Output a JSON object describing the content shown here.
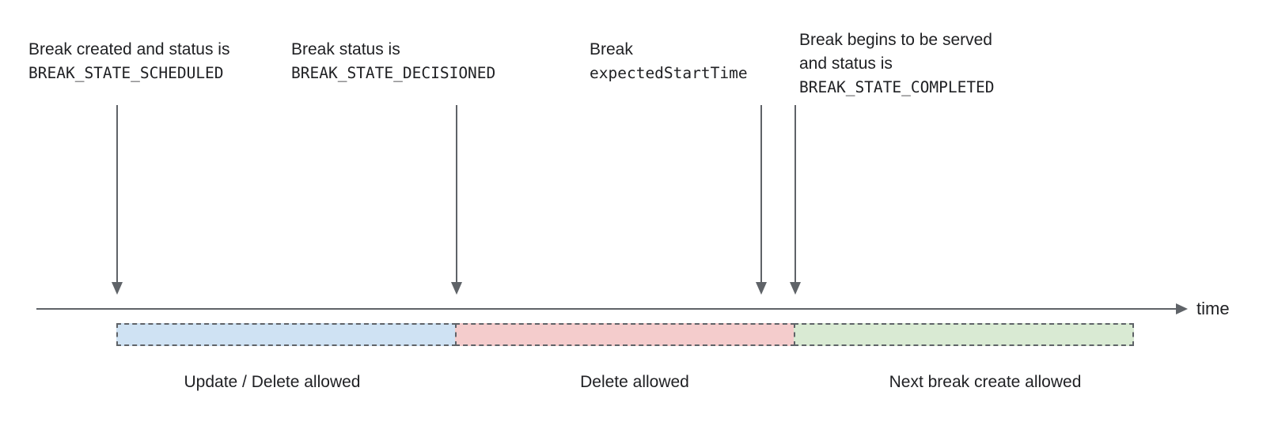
{
  "colors": {
    "text": "#202124",
    "line_gray": "#5f6368",
    "segment_blue": "#cfe2f3",
    "segment_red": "#f4cccc",
    "segment_green": "#d9ead3"
  },
  "annotations": [
    {
      "line1": "Break created and status is",
      "code": "BREAK_STATE_SCHEDULED"
    },
    {
      "line1": "Break status is",
      "code": "BREAK_STATE_DECISIONED"
    },
    {
      "line1": "Break",
      "code": "expectedStartTime"
    },
    {
      "line1": "Break begins to be served",
      "line2": "and status is",
      "code": "BREAK_STATE_COMPLETED"
    }
  ],
  "timeline": {
    "axis_label": "time"
  },
  "segments": [
    {
      "label": "Update / Delete allowed",
      "color": "#cfe2f3"
    },
    {
      "label": "Delete allowed",
      "color": "#f4cccc"
    },
    {
      "label": "Next break create allowed",
      "color": "#d9ead3"
    }
  ]
}
